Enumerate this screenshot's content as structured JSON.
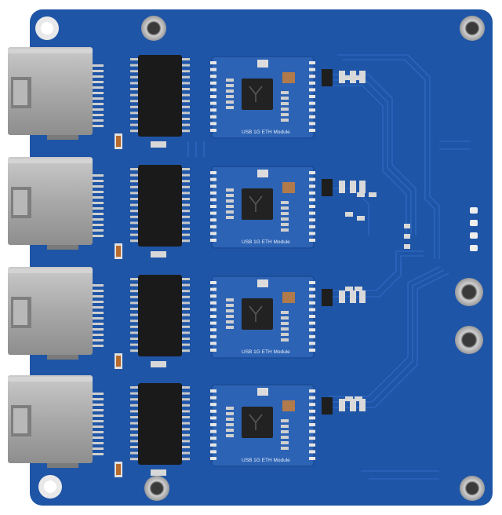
{
  "board": {
    "pcb_color": "#1f55a6",
    "pcb_dark": "#173f7e",
    "trace_color": "#2a64bb",
    "module_color": "#2c63b5",
    "chip_color": "#1a1a1a",
    "rj45_color": "#a8a8a8",
    "hole_color": "#d9d9d9"
  },
  "modules": [
    {
      "label": "USB 1G ETH Module"
    },
    {
      "label": "USB 1G ETH Module"
    },
    {
      "label": "USB 1G ETH Module"
    },
    {
      "label": "USB 1G ETH Module"
    }
  ],
  "ports": [
    {
      "name": "rj45-port-1"
    },
    {
      "name": "rj45-port-2"
    },
    {
      "name": "rj45-port-3"
    },
    {
      "name": "rj45-port-4"
    }
  ]
}
